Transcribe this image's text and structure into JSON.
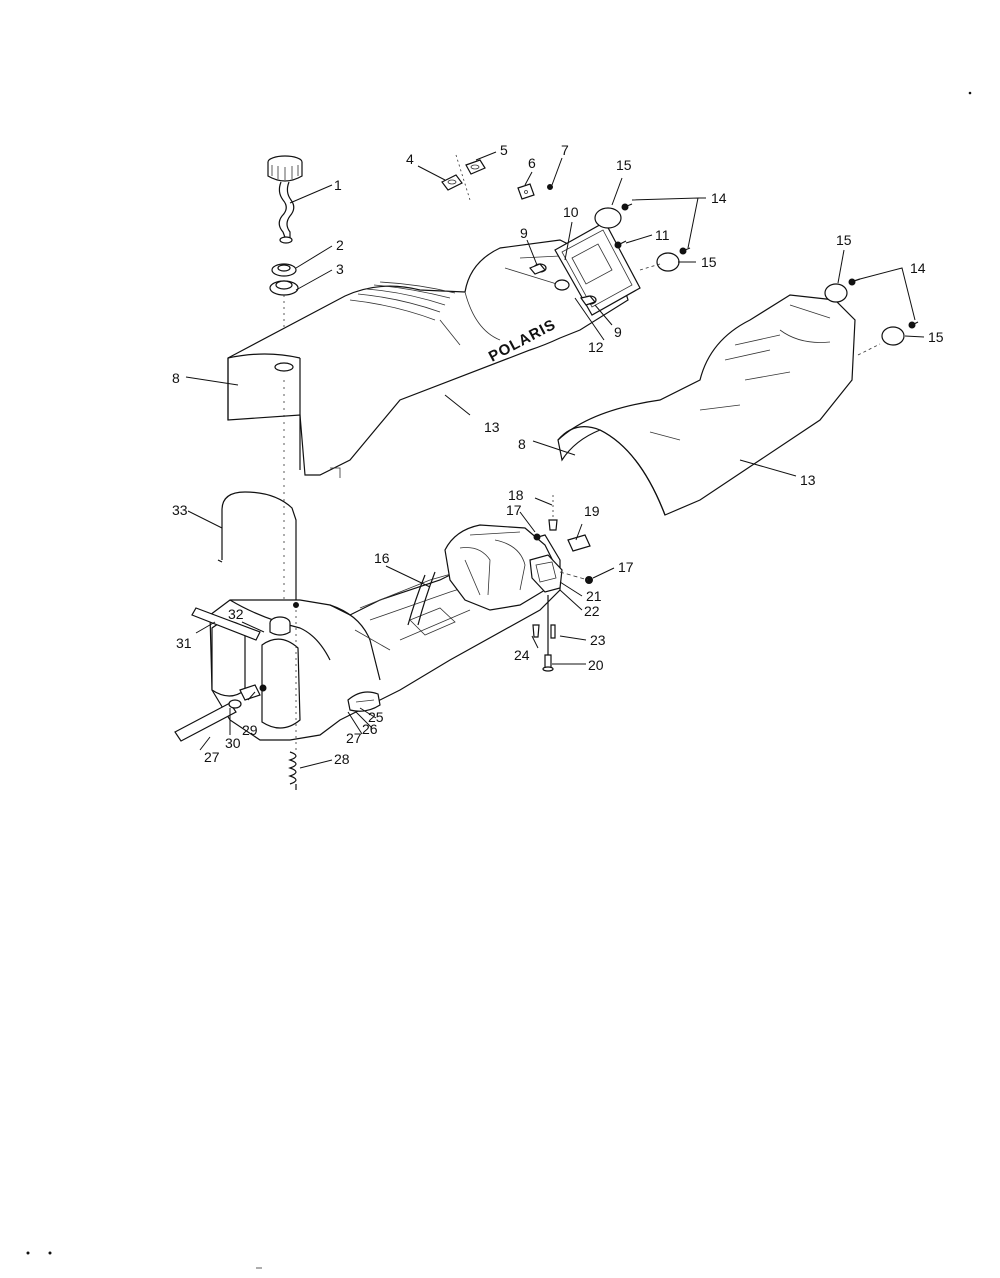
{
  "brand_decal": "POLARIS",
  "callouts": {
    "c1": "1",
    "c2": "2",
    "c3": "3",
    "c4": "4",
    "c5": "5",
    "c6": "6",
    "c7": "7",
    "c8a": "8",
    "c8b": "8",
    "c9a": "9",
    "c9b": "9",
    "c10": "10",
    "c11": "11",
    "c12": "12",
    "c13a": "13",
    "c13b": "13",
    "c14a": "14",
    "c14b": "14",
    "c15a": "15",
    "c15b": "15",
    "c15c": "15",
    "c15d": "15",
    "c16": "16",
    "c17a": "17",
    "c17b": "17",
    "c18": "18",
    "c19": "19",
    "c20": "20",
    "c21": "21",
    "c22": "22",
    "c23": "23",
    "c24": "24",
    "c25": "25",
    "c26": "26",
    "c27a": "27",
    "c27b": "27",
    "c28": "28",
    "c29": "29",
    "c30": "30",
    "c31": "31",
    "c32": "32",
    "c33": "33"
  }
}
